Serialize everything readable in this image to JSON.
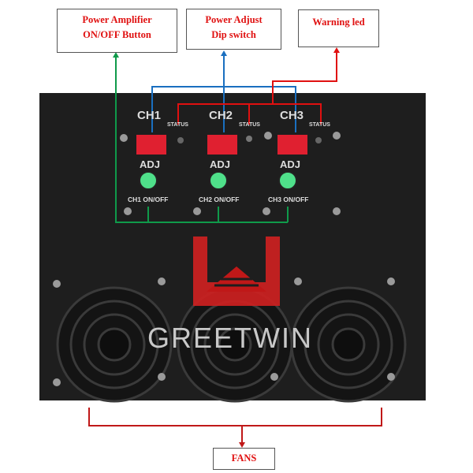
{
  "callouts": {
    "power_amp": [
      "Power Amplifier",
      "ON/OFF Button"
    ],
    "power_adjust": [
      "Power Adjust",
      "Dip switch"
    ],
    "warning": "Warning led",
    "fans": "FANS"
  },
  "panel": {
    "channels": [
      {
        "name": "CH1",
        "status": "STATUS",
        "adj": "ADJ",
        "onoff": "CH1 ON/OFF"
      },
      {
        "name": "CH2",
        "status": "STATUS",
        "adj": "ADJ",
        "onoff": "CH2 ON/OFF"
      },
      {
        "name": "CH3",
        "status": "STATUS",
        "adj": "ADJ",
        "onoff": "CH3 ON/OFF"
      }
    ],
    "brand": "GREETWIN"
  },
  "colors": {
    "green_line": "#0f9a4a",
    "blue_line": "#1a6fc0",
    "red_line": "#e01010",
    "panel": "#1e1e1e",
    "dip": "#e02030",
    "button": "#4fe08a"
  }
}
